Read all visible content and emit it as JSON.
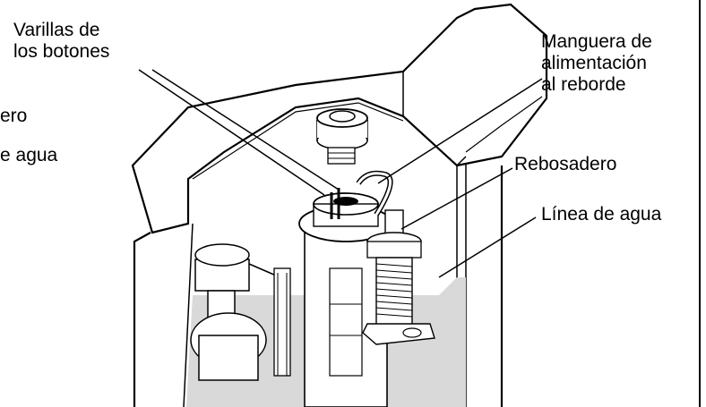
{
  "labels": {
    "varillas": [
      "Varillas de",
      "los botones"
    ],
    "manguera": [
      "Manguera de",
      "alimentación",
      "al reborde"
    ],
    "rebosadero": "Rebosadero",
    "linea_agua": "Línea de agua",
    "cut_left_1": "ero",
    "cut_left_2": "e agua"
  }
}
